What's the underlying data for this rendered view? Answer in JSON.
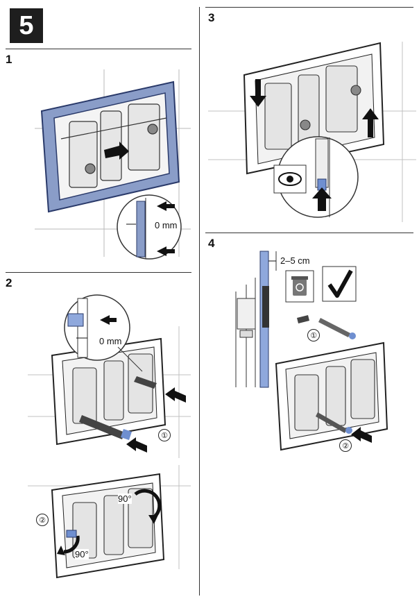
{
  "section_number": "5",
  "steps": [
    {
      "number": "1",
      "label": "0 mm"
    },
    {
      "number": "2",
      "label": "0 mm",
      "sub_steps": [
        "①",
        "②"
      ],
      "angles": [
        "90°",
        "90°"
      ]
    },
    {
      "number": "3"
    },
    {
      "number": "4",
      "label": "2–5 cm",
      "sub_steps": [
        "①",
        "②"
      ]
    }
  ],
  "colors": {
    "frame_blue": "#8a9dc8",
    "frame_outline": "#2a3a6a",
    "accent_blue": "#6f8fd0"
  },
  "icons": [
    "eye-icon",
    "recycle-bin-icon",
    "checkmark-icon",
    "arrow-icon"
  ]
}
